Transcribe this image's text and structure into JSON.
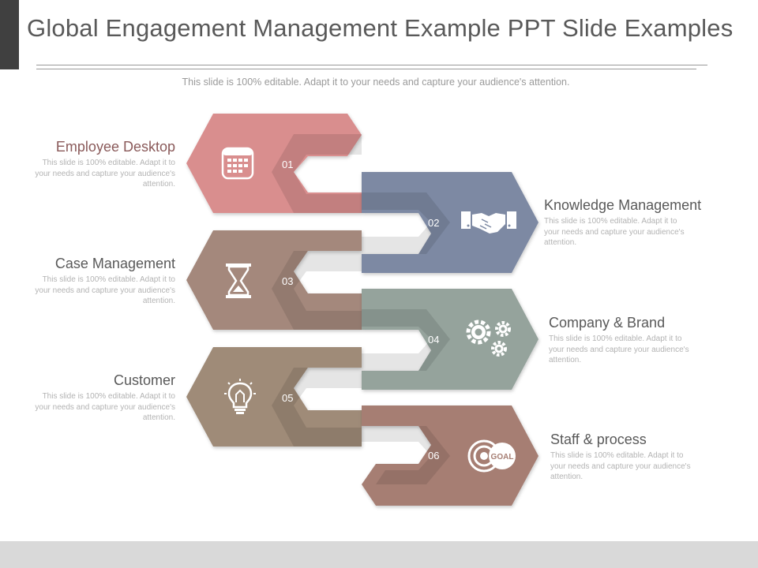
{
  "slide": {
    "title": "Global Engagement Management Example PPT Slide Examples",
    "subtitle": "This slide is 100% editable. Adapt it to your needs and capture your audience's attention."
  },
  "steps": [
    {
      "number": "01",
      "title": "Employee Desktop",
      "desc": "This slide is 100% editable. Adapt it to your needs and capture your audience's attention.",
      "icon": "calendar-icon",
      "color": "#d98e8e"
    },
    {
      "number": "02",
      "title": "Knowledge Management",
      "desc": "This slide is 100% editable. Adapt it to your needs and capture your audience's attention.",
      "icon": "handshake-icon",
      "color": "#7d89a3"
    },
    {
      "number": "03",
      "title": "Case Management",
      "desc": "This slide is 100% editable. Adapt it to your needs and capture your audience's attention.",
      "icon": "hourglass-icon",
      "color": "#a4887b"
    },
    {
      "number": "04",
      "title": "Company & Brand",
      "desc": "This slide is 100% editable. Adapt it to your needs and capture your audience's attention.",
      "icon": "gears-icon",
      "color": "#95a39c"
    },
    {
      "number": "05",
      "title": "Customer",
      "desc": "This slide is 100% editable. Adapt it to your needs and capture your audience's attention.",
      "icon": "lightbulb-icon",
      "color": "#9f8b78"
    },
    {
      "number": "06",
      "title": "Staff & process",
      "desc": "This slide is 100% editable. Adapt it to your needs and capture your audience's attention.",
      "icon": "goal-target-icon",
      "color": "#a67e73"
    }
  ]
}
